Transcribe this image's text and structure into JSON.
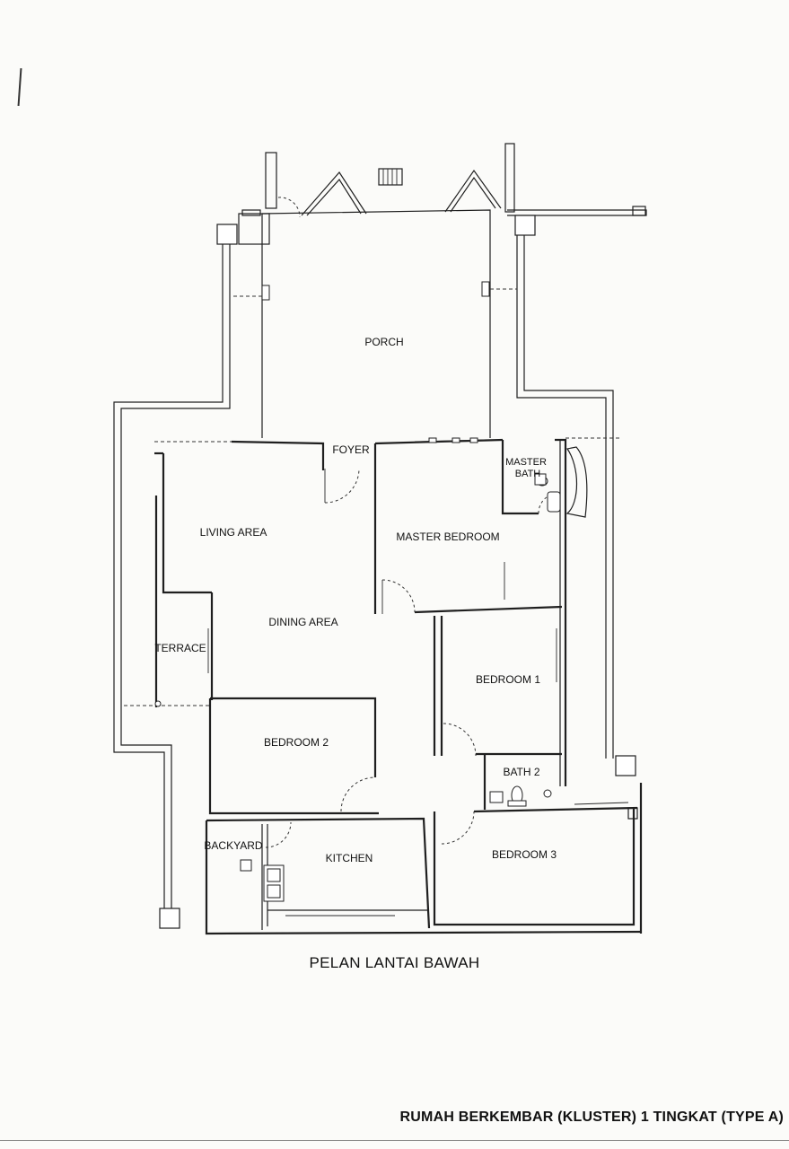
{
  "rooms": {
    "porch": "PORCH",
    "foyer": "FOYER",
    "master_bath_line1": "MASTER",
    "master_bath_line2": "BATH",
    "living_area": "LIVING AREA",
    "master_bedroom": "MASTER BEDROOM",
    "dining_area": "DINING AREA",
    "terrace": "TERRACE",
    "bedroom_1": "BEDROOM 1",
    "bedroom_2": "BEDROOM 2",
    "bath_2": "BATH 2",
    "backyard": "BACKYARD",
    "kitchen": "KITCHEN",
    "bedroom_3": "BEDROOM 3"
  },
  "plan_title": "PELAN LANTAI BAWAH",
  "house_type": "RUMAH BERKEMBAR (KLUSTER) 1 TINGKAT (TYPE A)"
}
